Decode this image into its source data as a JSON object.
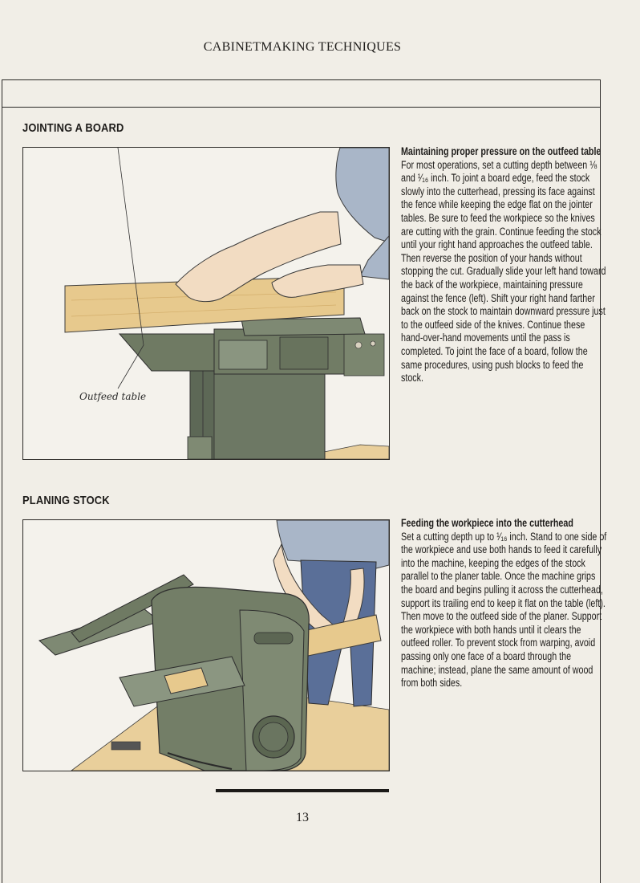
{
  "header": {
    "running_head": "CABINETMAKING TECHNIQUES"
  },
  "sections": [
    {
      "heading": "JOINTING A BOARD",
      "figure_label": "Outfeed table",
      "caption_title": "Maintaining proper pressure on the outfeed table",
      "caption_text": "For most operations, set a cutting depth between ⅛ and ¹⁄₁₆ inch. To joint a board edge, feed the stock slowly into the cutterhead, pressing its face against the fence while keeping the edge flat on the jointer tables. Be sure to feed the workpiece so the knives are cutting with the grain. Continue feeding the stock until your right hand approaches the outfeed table. Then reverse the position of your hands without stopping the cut. Gradually slide your left hand toward the back of the workpiece, maintaining pressure against the fence (left). Shift your right hand farther back on the stock to maintain downward pressure just to the outfeed side of the knives. Continue these hand-over-hand movements until the pass is completed. To joint the face of a board, follow the same procedures, using push blocks to feed the stock."
    },
    {
      "heading": "PLANING STOCK",
      "caption_title": "Feeding the workpiece into the cutterhead",
      "caption_text": "Set a cutting depth up to ¹⁄₁₆ inch. Stand to one side of the workpiece and use both hands to feed it carefully into the machine, keeping the edges of the stock parallel to the planer table. Once the machine grips the board and begins pulling it across the cutterhead, support its trailing end to keep it flat on the table (left). Then move to the outfeed side of the planer. Support the workpiece with both hands until it clears the outfeed roller. To prevent stock from warping, avoid passing only one face of a board through the machine; instead, plane the same amount of wood from both sides."
    }
  ],
  "footer": {
    "page_number": "13"
  },
  "colors": {
    "machine_green": "#6f7a63",
    "wood": "#e7c98d",
    "shirt_blue": "#a9b6c8",
    "skin": "#f2dcc2"
  }
}
